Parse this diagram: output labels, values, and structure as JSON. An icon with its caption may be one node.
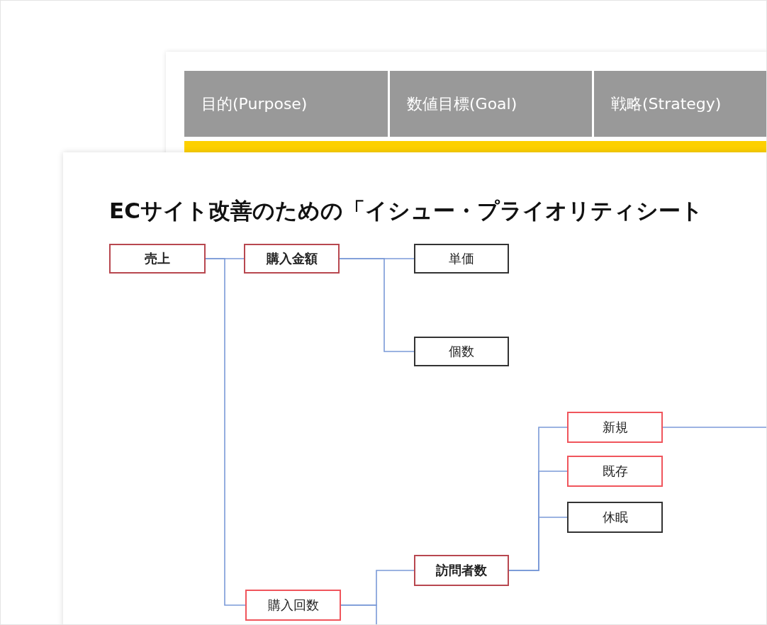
{
  "diagram": {
    "title": "ECサイト改善のための「イシュー・プライオリティシート",
    "nodes": [
      {
        "text": [
          "売上"
        ]
      },
      {
        "text": [
          "購入金額"
        ]
      },
      {
        "text": [
          "単価"
        ]
      },
      {
        "text": [
          "個数"
        ]
      },
      {
        "text": [
          "新規"
        ]
      },
      {
        "text": [
          "既存"
        ]
      },
      {
        "text": [
          "休眠"
        ]
      },
      {
        "text": [
          "訪問者数"
        ]
      },
      {
        "text": [
          "購入回数"
        ]
      }
    ],
    "edges": [
      {
        "from": 0,
        "to": 1,
        "arrow": "none"
      },
      {
        "from": 0,
        "to": 8,
        "arrow": "none"
      },
      {
        "from": 1,
        "to": 2,
        "arrow": "none"
      },
      {
        "from": 1,
        "to": 3,
        "arrow": "none"
      },
      {
        "from": 8,
        "to": 7,
        "arrow": "none"
      },
      {
        "from": 8,
        "to": null,
        "arrow": "none"
      },
      {
        "from": 7,
        "to": 4,
        "arrow": "none"
      },
      {
        "from": 7,
        "to": 5,
        "arrow": "none"
      },
      {
        "from": 7,
        "to": 6,
        "arrow": "none"
      },
      {
        "from": 4,
        "to": null,
        "arrow": "none"
      }
    ],
    "labels": [
      "目的(Purpose)",
      "数値目標(Goal)",
      "戦略(Strategy)"
    ]
  }
}
